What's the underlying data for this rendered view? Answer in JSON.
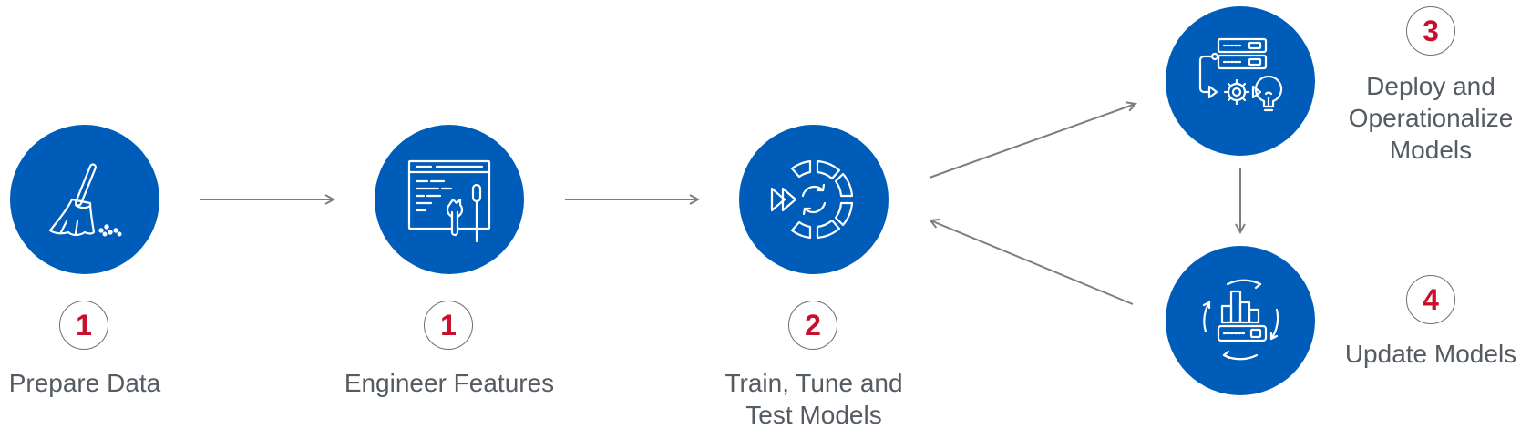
{
  "colors": {
    "circle_fill": "#005cb9",
    "number": "#c8102e",
    "label": "#545b62",
    "arrow": "#7a7f84"
  },
  "steps": [
    {
      "number": "1",
      "label_lines": [
        "Prepare Data"
      ],
      "icon": "broom-icon"
    },
    {
      "number": "1",
      "label_lines": [
        "Engineer Features"
      ],
      "icon": "code-window-tools-icon"
    },
    {
      "number": "2",
      "label_lines": [
        "Train, Tune and",
        "Test Models"
      ],
      "icon": "training-cycle-icon"
    },
    {
      "number": "3",
      "label_lines": [
        "Deploy and",
        "Operationalize",
        "Models"
      ],
      "icon": "server-deploy-icon"
    },
    {
      "number": "4",
      "label_lines": [
        "Update Models"
      ],
      "icon": "update-chart-icon"
    }
  ],
  "connections": [
    {
      "from": "Prepare Data",
      "to": "Engineer Features"
    },
    {
      "from": "Engineer Features",
      "to": "Train, Tune and Test Models"
    },
    {
      "from": "Train, Tune and Test Models",
      "to": "Deploy and Operationalize Models"
    },
    {
      "from": "Deploy and Operationalize Models",
      "to": "Update Models"
    },
    {
      "from": "Update Models",
      "to": "Train, Tune and Test Models"
    }
  ]
}
